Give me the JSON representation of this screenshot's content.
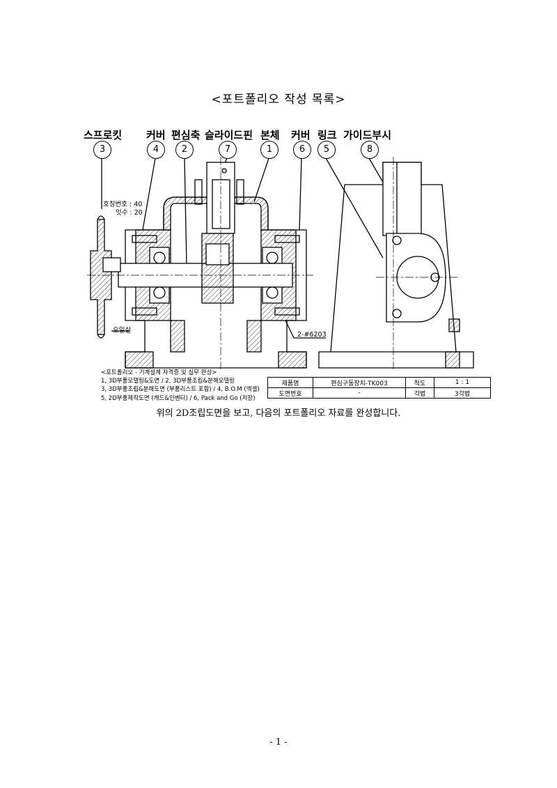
{
  "title": "<포트폴리오 작성 목록>",
  "parts": [
    {
      "name": "스프로킷",
      "num": "3"
    },
    {
      "name": "커버",
      "num": "4"
    },
    {
      "name": "편심축",
      "num": "2"
    },
    {
      "name": "슬라이드핀",
      "num": "7"
    },
    {
      "name": "본체",
      "num": "1"
    },
    {
      "name": "커버",
      "num": "6"
    },
    {
      "name": "링크",
      "num": "5"
    },
    {
      "name": "가이드부시",
      "num": "8"
    }
  ],
  "notes": {
    "teeth_no": "호칭번호 : 40",
    "teeth_count": "잇수 : 20",
    "oil_seal": "오일실",
    "bearing": "2-#6203"
  },
  "portfolio": {
    "heading": "<포트폴리오 - 기계설계 자격증 및 실무 완성>",
    "lines": [
      "1, 3D부품모델링&도면 / 2, 3D부품조립&분해모델링",
      "3, 3D부품조립&분해도면 (부품리스트 포함) / 4, B.O.M (엑셀)",
      "5, 2D부품제작도면 (캐드&인벤터) / 6, Pack and Go (저장)"
    ]
  },
  "title_block": {
    "product_label": "제품명",
    "product_value": "편심구동장치-TK003",
    "scale_label": "척도",
    "scale_value": "1 : 1",
    "drawing_no_label": "도면번호",
    "drawing_no_value": "-",
    "projection_label": "각법",
    "projection_value": "3각법"
  },
  "instruction": "위의 2D조립도면을 보고, 다음의 포트폴리오 자료를 완성합니다.",
  "page_number": "- 1 -"
}
